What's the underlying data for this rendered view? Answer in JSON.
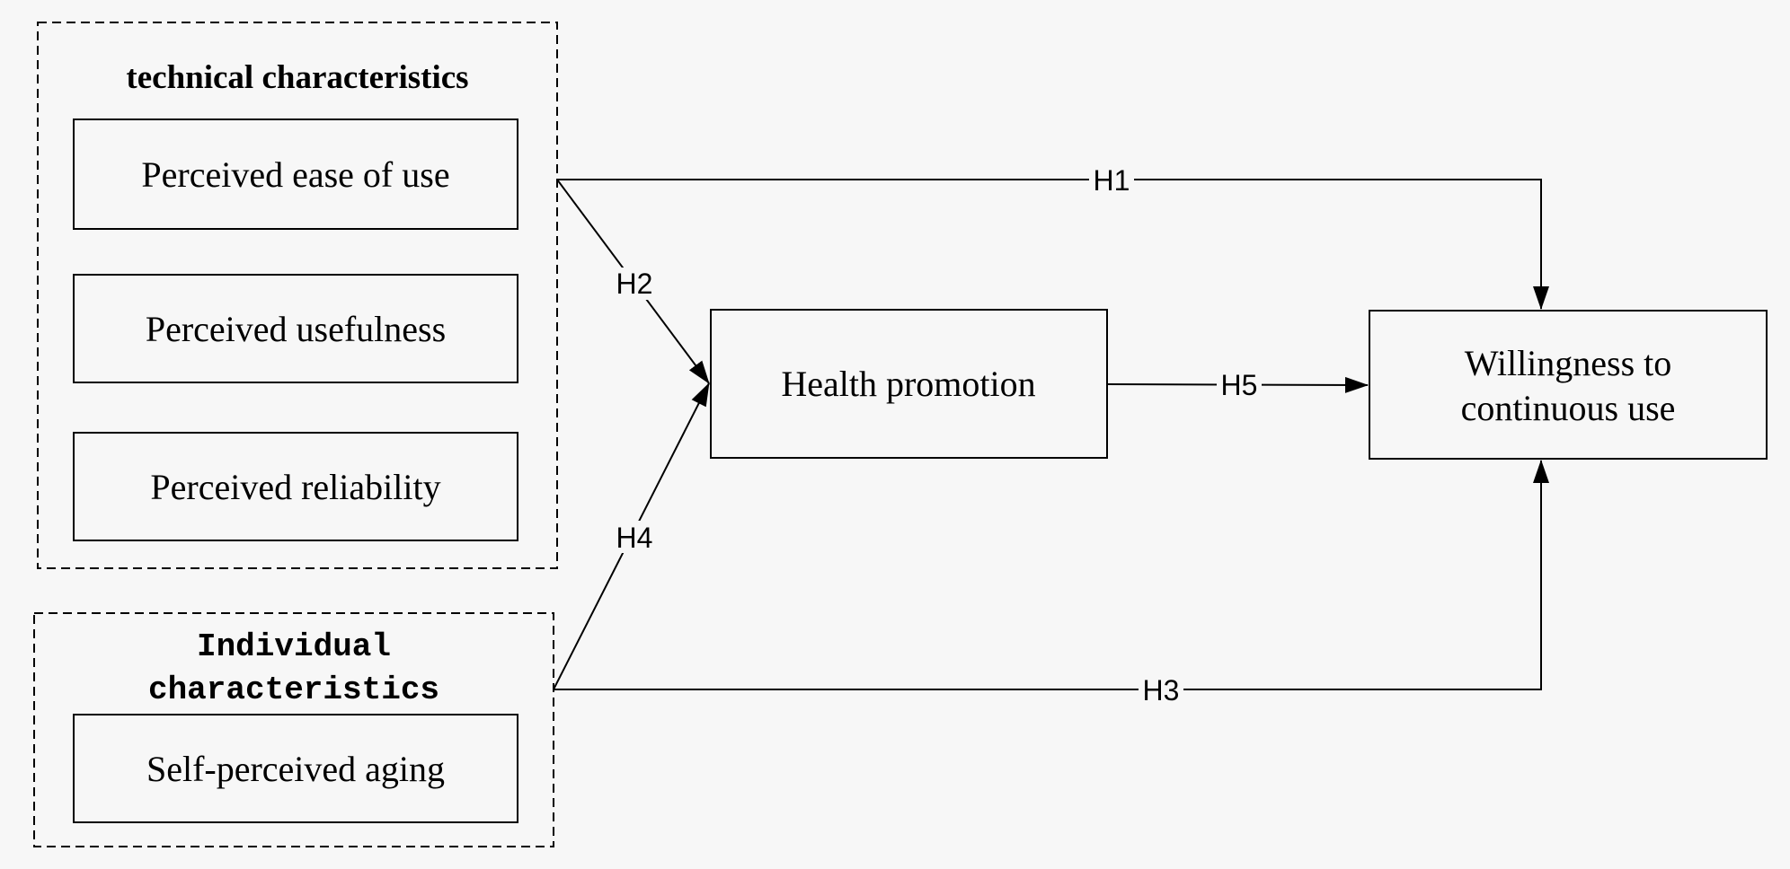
{
  "colors": {
    "background": "#f7f7f7",
    "stroke": "#000000",
    "text": "#000000"
  },
  "groups": {
    "technical": {
      "title": "technical characteristics"
    },
    "individual": {
      "title_line1": "Individual",
      "title_line2": "characteristics"
    }
  },
  "nodes": {
    "ease_of_use": "Perceived ease of use",
    "usefulness": "Perceived usefulness",
    "reliability": "Perceived reliability",
    "self_aging": "Self-perceived aging",
    "health_promotion": "Health promotion",
    "willingness_line1": "Willingness to",
    "willingness_line2": "continuous use"
  },
  "edges": {
    "h1": "H1",
    "h2": "H2",
    "h3": "H3",
    "h4": "H4",
    "h5": "H5"
  }
}
